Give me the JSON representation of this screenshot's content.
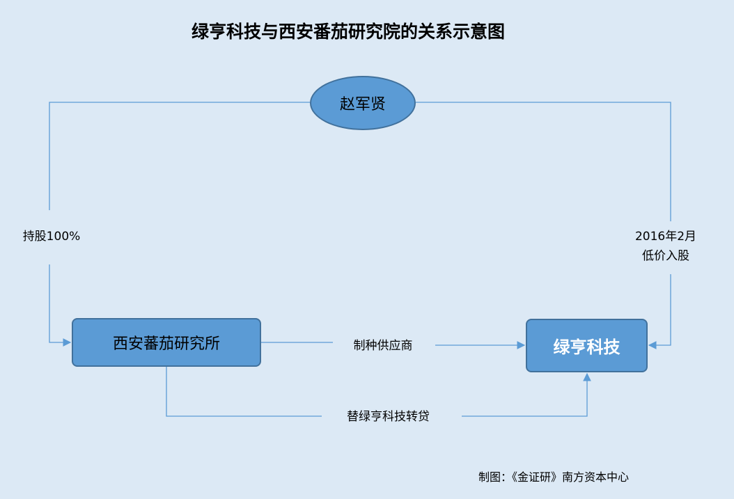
{
  "title": "绿亨科技与西安番茄研究院的关系示意图",
  "nodes": {
    "person": "赵军贤",
    "institute": "西安蕃茄研究所",
    "company": "绿亨科技"
  },
  "edge_labels": {
    "holding": "持股100%",
    "entry_line1": "2016年2月",
    "entry_line2": "低价入股",
    "supplier": "制种供应商",
    "loan": "替绿亨科技转贷"
  },
  "credit": "制图：《金证研》南方资本中心",
  "colors": {
    "background": "#dce9f5",
    "node_fill": "#5b9bd5",
    "node_border": "#41719c",
    "connector": "#5b9bd5"
  }
}
